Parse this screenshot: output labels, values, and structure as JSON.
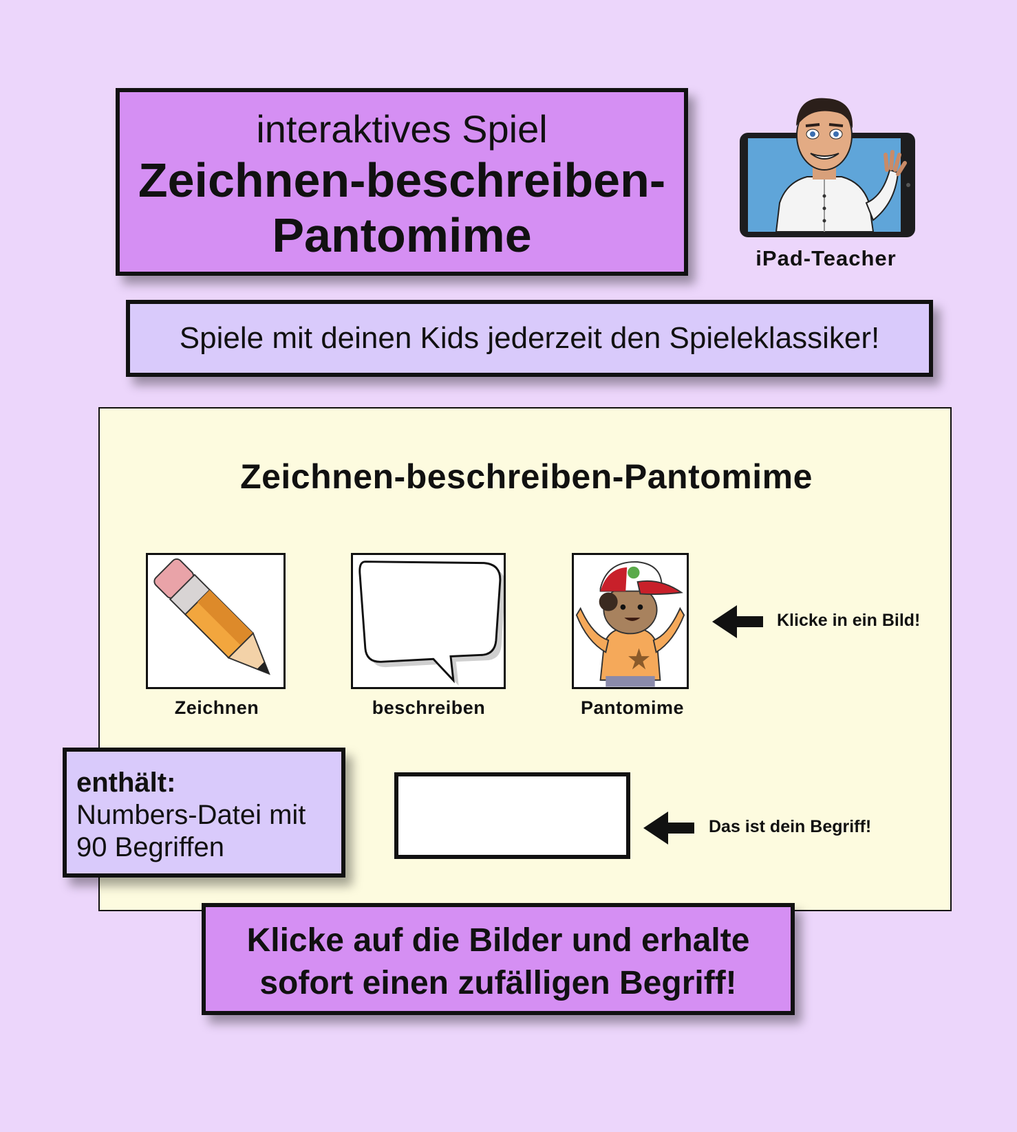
{
  "header": {
    "line1": "interaktives Spiel",
    "line2": "Zeichnen-beschreiben-",
    "line3": "Pantomime"
  },
  "logo": {
    "caption": "iPad-Teacher",
    "icon": "teacher-avatar-on-tablet"
  },
  "subtitle": "Spiele mit deinen Kids jederzeit den Spieleklassiker!",
  "card": {
    "title": "Zeichnen-beschreiben-Pantomime",
    "pictures": [
      {
        "label": "Zeichnen",
        "icon": "pencil-icon"
      },
      {
        "label": "beschreiben",
        "icon": "speech-bubble-icon"
      },
      {
        "label": "Pantomime",
        "icon": "kid-with-cap-icon"
      }
    ],
    "hint_pictures": "Klicke in ein Bild!",
    "hint_term": "Das ist dein Begriff!",
    "term_value": ""
  },
  "contains": {
    "heading": "enthält:",
    "line1": "Numbers-Datei mit",
    "line2": "90 Begriffen"
  },
  "cta": {
    "line1": "Klicke auf die Bilder und erhalte",
    "line2": "sofort einen zufälligen Begriff!"
  },
  "colors": {
    "background": "#ecd6fb",
    "accent_purple": "#d58ff3",
    "accent_lavender": "#d9cafb",
    "card_background": "#fdfbdf"
  }
}
